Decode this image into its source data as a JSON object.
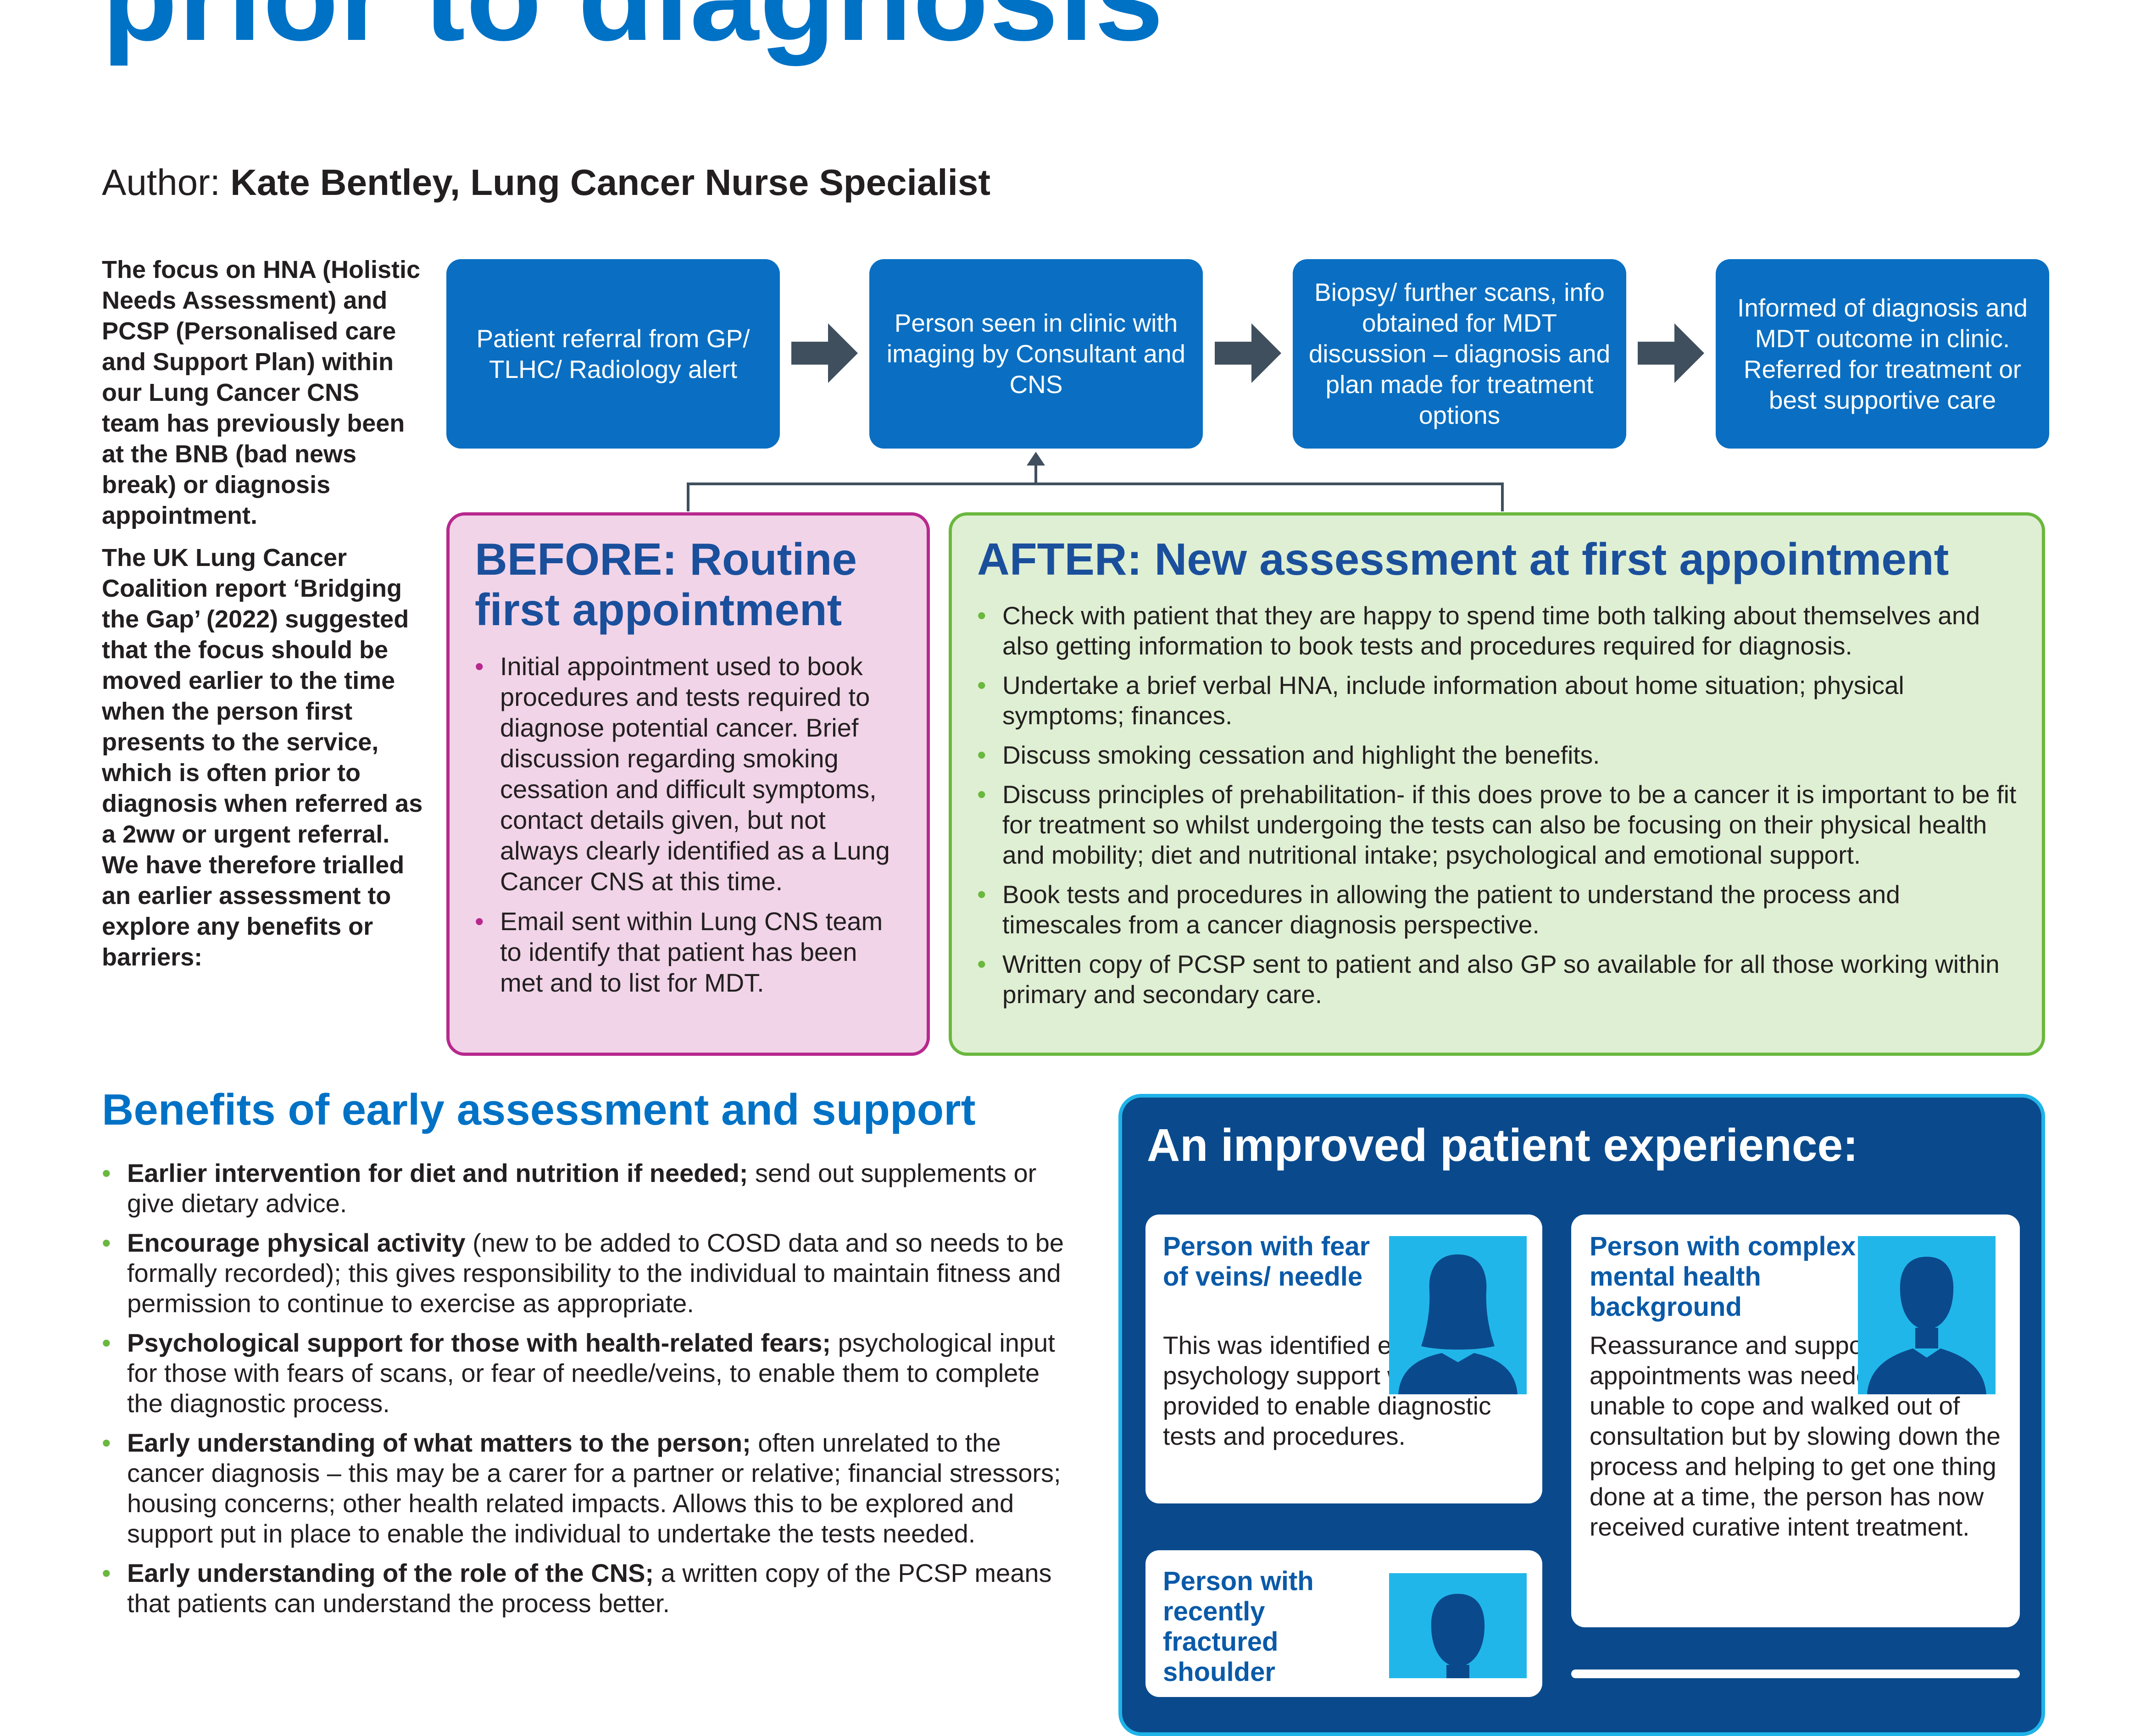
{
  "title": "prior to diagnosis",
  "author": {
    "prefix": "Author: ",
    "name": "Kate Bentley, Lung Cancer Nurse Specialist"
  },
  "intro": [
    "The focus on HNA (Holistic Needs Assessment) and PCSP (Personalised care and Support Plan) within our Lung Cancer CNS team has previously been at the BNB (bad news break) or diagnosis appointment.",
    "The UK Lung Cancer Coalition report ‘Bridging the Gap’ (2022) suggested that the focus should be moved earlier to the time when the person first presents to the service, which is often prior to diagnosis when referred as a 2ww or urgent referral. We have therefore trialled an earlier assessment to explore any benefits or barriers:"
  ],
  "flow": [
    "Patient referral from GP/ TLHC/ Radiology alert",
    "Person seen in clinic with imaging by Consultant and CNS",
    "Biopsy/ further scans, info obtained for MDT discussion – diagnosis and plan made for treatment options",
    "Informed of diagnosis and MDT outcome in clinic. Referred for treatment or best supportive care"
  ],
  "before": {
    "title": "BEFORE: Routine first appointment",
    "items": [
      "Initial appointment used to book procedures and tests required to diagnose potential cancer. Brief discussion regarding smoking cessation and difficult symptoms, contact details given, but not always clearly identified as a Lung Cancer CNS at this time.",
      "Email sent within Lung CNS team to identify that patient has been met and to list for MDT."
    ]
  },
  "after": {
    "title": "AFTER: New assessment at first appointment",
    "items": [
      "Check with patient that they are happy to spend time both talking about themselves and also getting information to book tests and procedures required for diagnosis.",
      "Undertake a brief verbal HNA, include information about home situation; physical symptoms; finances.",
      "Discuss smoking cessation and highlight the benefits.",
      "Discuss principles of prehabilitation- if this does prove to be a cancer it is important to be fit for treatment so whilst undergoing the tests can also be focusing on their physical health and mobility; diet and nutritional intake; psychological and emotional support.",
      "Book tests and procedures in allowing the patient to understand the process and timescales from a cancer diagnosis perspective.",
      "Written copy of PCSP sent to patient and also GP so available for all those working within primary and secondary care."
    ]
  },
  "benefits": {
    "title": "Benefits of early assessment and support",
    "items": [
      {
        "bold": "Earlier intervention for diet and nutrition if needed;",
        "text": " send out supplements or give dietary advice."
      },
      {
        "bold": "Encourage physical activity",
        "text": " (new to be added to COSD data and so needs to be formally recorded); this gives responsibility to the individual to maintain fitness and permission to continue to exercise as appropriate."
      },
      {
        "bold": "Psychological support for those with health-related fears;",
        "text": " psychological input for those with fears of scans, or fear of needle/veins, to enable them to complete the diagnostic process."
      },
      {
        "bold": "Early understanding of what matters to the person;",
        "text": " often unrelated to the cancer diagnosis – this may be a carer for a partner or relative; financial stressors; housing concerns; other health related impacts. Allows this to be explored and support put in place to enable the individual to undertake the tests needed."
      },
      {
        "bold": "Early understanding of the role of the CNS;",
        "text": " a written copy of the PCSP means that patients can understand the process better."
      }
    ]
  },
  "experience": {
    "title": "An improved patient experience:",
    "cards": [
      {
        "head": "Person with fear of veins/ needle",
        "text": "This was identified early on; psychology support was provided to enable diagnostic tests and procedures."
      },
      {
        "head": "Person with complex mental health background",
        "text": "Reassurance and support at appointments was needed. Initially unable to cope and walked out of consultation but by slowing down the process and helping to get one thing done at a time, the person has now received curative intent treatment."
      },
      {
        "head": "Person with recently fractured shoulder",
        "text": ""
      }
    ]
  },
  "colors": {
    "title_blue": "#0072c6",
    "flow_blue": "#0a6fc2",
    "before_magenta": "#b8288e",
    "before_fill": "#f1d4e8",
    "after_green": "#6ab83e",
    "after_fill": "#dfefd3",
    "panel_navy": "#0a4a8c",
    "photo_cyan": "#21b6ea"
  },
  "icons": [
    "arrow-right-icon",
    "arrow-up-icon",
    "woman-silhouette-icon",
    "man-silhouette-icon",
    "bullet-dot-icon"
  ]
}
